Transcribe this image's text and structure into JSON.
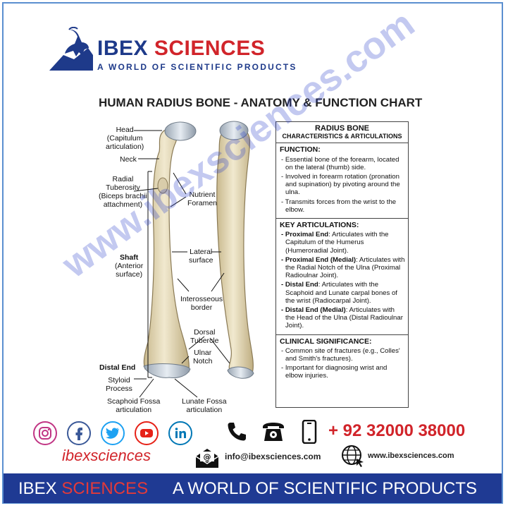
{
  "brand": {
    "name_part1": "IBEX",
    "name_part2": "SCIENCES",
    "tagline": "A WORLD OF SCIENTIFIC PRODUCTS"
  },
  "chart": {
    "title": "HUMAN RADIUS BONE - ANATOMY & FUNCTION CHART"
  },
  "labels": {
    "head": [
      "Head",
      "(Capitulum",
      "articulation)"
    ],
    "neck": "Neck",
    "radial_tuberosity": [
      "Radial",
      "Tuberosity",
      "(Biceps brachii",
      "attachment)"
    ],
    "shaft_title": "Shaft",
    "shaft_sub": [
      "(Anterior",
      "surface)"
    ],
    "nutrient_foramen": [
      "Nutrient",
      "Foramen"
    ],
    "lateral_surface": [
      "Lateral",
      "surface"
    ],
    "interosseous_border": [
      "Interosseous",
      "border"
    ],
    "dorsal_tubercle": [
      "Dorsal",
      "Tubercle"
    ],
    "ulnar_notch": [
      "Ulnar",
      "Notch"
    ],
    "distal_end": "Distal End",
    "styloid_process": [
      "Styloid",
      "Process"
    ],
    "scaphoid_fossa": [
      "Scaphoid Fossa",
      "articulation"
    ],
    "lunate_fossa": [
      "Lunate Fossa",
      "articulation"
    ]
  },
  "infobox": {
    "title": "RADIUS BONE",
    "subtitle": "CHARACTERISTICS & ARTICULATIONS",
    "function": {
      "heading": "FUNCTION:",
      "items": [
        "- Essential bone of the forearm, located on the lateral (thumb) side.",
        "- Involved in forearm rotation (pronation and supination) by pivoting around the ulna.",
        "- Transmits forces from the wrist to the elbow."
      ]
    },
    "articulations": {
      "heading": "KEY ARTICULATIONS:",
      "items": [
        {
          "term": "- Proximal End",
          "text": ": Articulates with the Capitulum of the Humerus (Humeroradial Joint)."
        },
        {
          "term": "- Proximal End (Medial)",
          "text": ": Articulates with the Radial Notch of the Ulna (Proximal Radioulnar Joint)."
        },
        {
          "term": "- Distal End",
          "text": ": Articulates with the Scaphoid and Lunate carpal bones of the wrist (Radiocarpal Joint)."
        },
        {
          "term": "- Distal End (Medial)",
          "text": ": Articulates with the Head of the Ulna (Distal Radioulnar Joint)."
        }
      ]
    },
    "clinical": {
      "heading": "CLINICAL SIGNIFICANCE:",
      "items": [
        "- Common site of fractures (e.g., Colles' and Smith's fractures).",
        "- Important for diagnosing wrist and elbow injuries."
      ]
    }
  },
  "watermark": "www.ibexsciences.com",
  "social": {
    "handle": "ibexsciences",
    "icons": [
      "instagram-icon",
      "facebook-icon",
      "twitter-icon",
      "youtube-icon",
      "linkedin-icon"
    ]
  },
  "contact": {
    "phone": "+ 92 32000 38000",
    "email": "info@ibexsciences.com",
    "website": "www.ibexsciences.com"
  },
  "footer": {
    "part1": "IBEX",
    "part2": "SCIENCES",
    "tagline": "A WORLD OF SCIENTIFIC PRODUCTS"
  },
  "colors": {
    "brand_blue": "#1e3a8a",
    "brand_red": "#d1242a",
    "footer_bg": "#1f3a93",
    "frame_border": "#5b8fd0",
    "bone": "#ece3c8"
  }
}
